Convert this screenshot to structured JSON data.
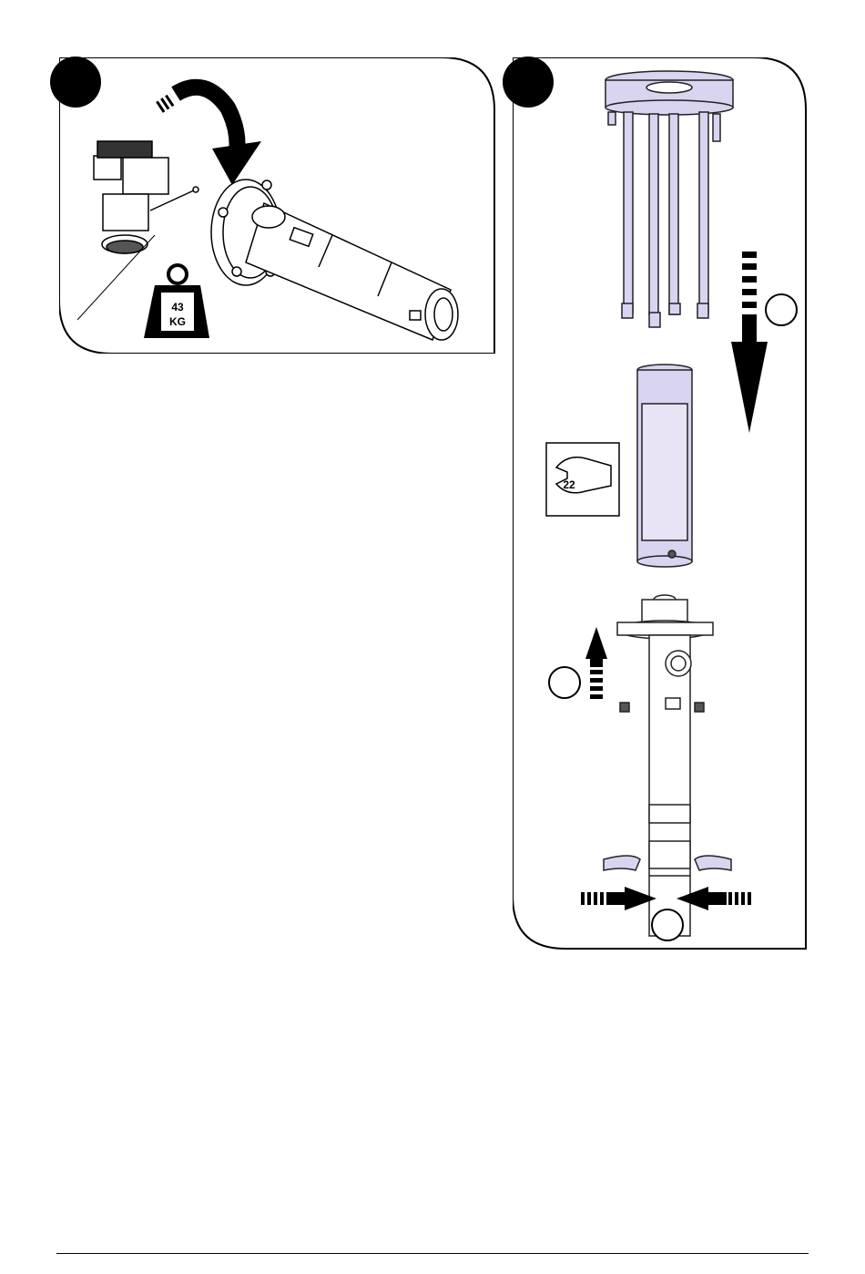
{
  "colors": {
    "panel_border": "#000000",
    "part_fill": "#d9d4f0",
    "part_stroke": "#222222",
    "step_badge": "#000000",
    "footer_rule": "#000000"
  },
  "panels": {
    "left": {
      "step_badge": "",
      "weight_label_line1": "43",
      "weight_label_line2": "KG"
    },
    "right": {
      "step_badge": "",
      "wrench_size": "22",
      "callout_1": "",
      "callout_2": "",
      "callout_3": ""
    }
  }
}
